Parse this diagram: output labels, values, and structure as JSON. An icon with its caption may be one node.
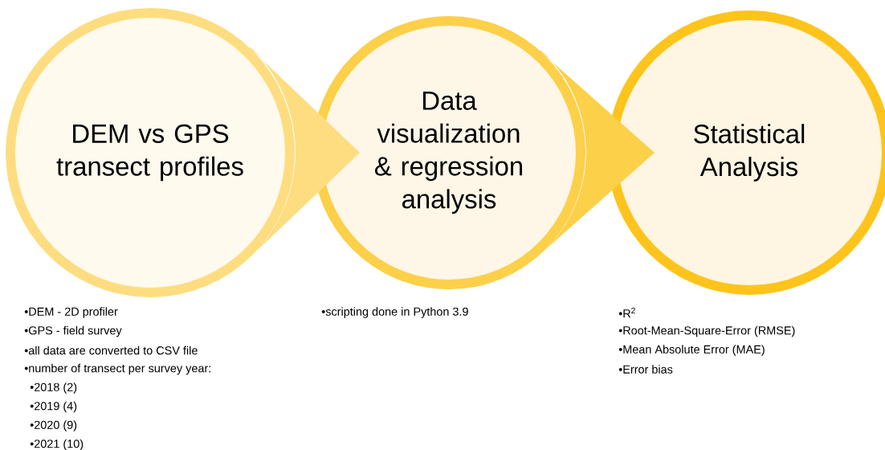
{
  "diagram": {
    "nodes": [
      {
        "text": [
          "DEM vs GPS transect profiles"
        ],
        "beside": [
          "•DEM - 2D profiler",
          "•GPS - field survey",
          "•all data are converted to CSV file",
          "•number of transect per survey year:",
          "•2018 (2)",
          "•2019 (4)",
          "•2020 (9)",
          "•2021 (10)"
        ]
      },
      {
        "text": [
          "Data visualization & regression analysis"
        ],
        "beside": [
          "•scripting done in Python 3.9"
        ]
      },
      {
        "text": [
          "Statistical Analysis"
        ],
        "beside": [
          "•R$^{2}$",
          "•Root-Mean-Square-Error (RMSE)",
          "•Mean Absolute Error (MAE)",
          "•Error bias"
        ]
      }
    ],
    "edges": [
      {
        "from": 0,
        "to": 1,
        "arrow": "to"
      },
      {
        "from": 1,
        "to": 2,
        "arrow": "to"
      }
    ]
  }
}
